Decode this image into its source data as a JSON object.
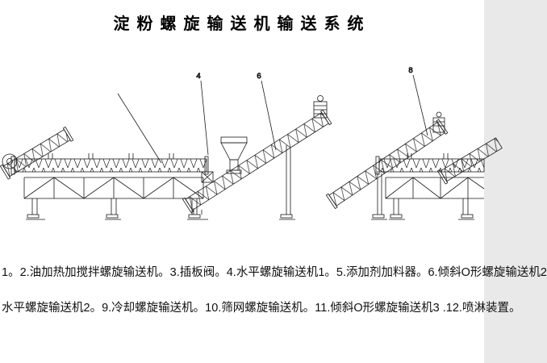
{
  "title": "淀粉螺旋输送机输送系统",
  "callouts": [
    {
      "label": "4"
    },
    {
      "label": "6"
    },
    {
      "label": "8"
    }
  ],
  "caption": {
    "line1": "1。2.油加热加搅拌螺旋输送机。3.插板阀。4.水平螺旋输送机1。5.添加剂加料器。6.倾斜O形螺旋输送机2",
    "line2": "水平螺旋输送机2。9.冷却螺旋输送机。10.筛网螺旋输送机。11.倾斜O形螺旋输送机3 .12.喷淋装置。"
  },
  "colors": {
    "ink": "#1a1a1a",
    "background": "#ffffff"
  }
}
